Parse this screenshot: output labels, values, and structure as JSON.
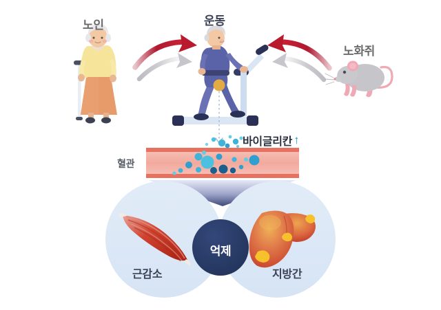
{
  "diagram": {
    "title_labels": {
      "elderly": "노인",
      "exercise": "운동",
      "aged_mouse": "노화쥐",
      "blood_vessel": "혈관",
      "biglycan": "바이글리칸",
      "biglycan_direction_icon": "up-arrow",
      "biglycan_direction_glyph": "↑",
      "suppression": "억제",
      "sarcopenia": "근감소",
      "fatty_liver": "지방간"
    },
    "colors": {
      "background": "#ffffff",
      "red_arrow": "#b01a30",
      "red_arrow_light": "#d8344a",
      "gray_arrow": "#c9c9cd",
      "vessel_wall": "#e8705f",
      "vessel_lumen": "#f4b0a6",
      "biglycan_particle_light": "#4cc0e0",
      "biglycan_particle_mid": "#2f9fd0",
      "biglycan_particle_dark": "#1b5f8f",
      "circle_fill": "#dce8f5",
      "center_circle": "#283a63",
      "muscle_red": "#c8301f",
      "muscle_light": "#e4897c",
      "liver_body": "#d9563f",
      "liver_highlight": "#e8a04a",
      "liver_fat": "#f7c12c",
      "exercise_label": "#3c4256",
      "gray_label": "#6b6b6b",
      "teal_arrow": "#1899b5",
      "funnel_top": "#dfe3f2",
      "funnel_bottom": "#3f4a78",
      "person_shirt": "#5b63a8",
      "person_pants": "#5b63a8",
      "person_hair": "#d9d9de",
      "person_shoe": "#2b3156",
      "thigh_highlight": "#e7b44f",
      "elderly_sweater": "#f5e49a",
      "elderly_skirt": "#e79a6a",
      "elderly_hair": "#e8e8ec",
      "mouse_body": "#c6c6ca",
      "mouse_pink": "#efa9b4",
      "treadmill_base": "#dbe6f5",
      "treadmill_dark": "#2b3156"
    },
    "flow": {
      "left_arrow_direction": "right",
      "right_arrow_direction": "left",
      "dotted_line": "from-thigh-to-vessel",
      "funnel_direction": "down"
    }
  }
}
